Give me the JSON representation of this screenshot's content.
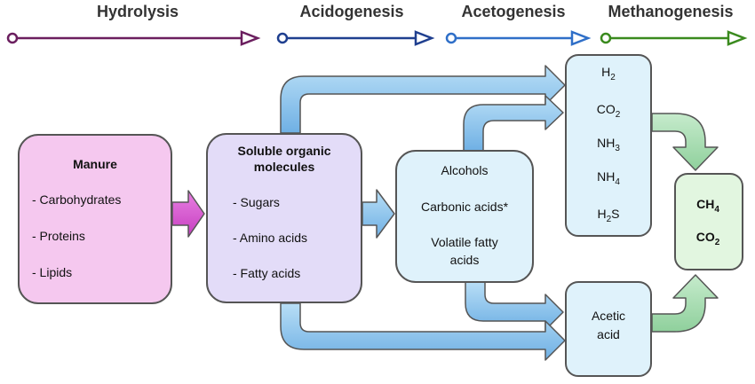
{
  "stages": [
    {
      "label": "Hydrolysis",
      "color": "#6b1f5f"
    },
    {
      "label": "Acidogenesis",
      "color": "#1f3f8f"
    },
    {
      "label": "Acetogenesis",
      "color": "#2f6fc8"
    },
    {
      "label": "Methanogenesis",
      "color": "#3a8a1e"
    }
  ],
  "manure": {
    "title": "Manure",
    "items": [
      "- Carbohydrates",
      "- Proteins",
      "- Lipids"
    ]
  },
  "soluble": {
    "title_line1": "Soluble organic",
    "title_line2": "molecules",
    "items": [
      "- Sugars",
      "- Amino acids",
      "- Fatty acids"
    ]
  },
  "intermediates": {
    "items": [
      "Alcohols",
      "Carbonic acids*",
      "Volatile fatty",
      "acids"
    ]
  },
  "gases": {
    "h2": {
      "base": "H",
      "sub": "2"
    },
    "co2": {
      "base": "CO",
      "sub": "2"
    },
    "nh3": {
      "base": "NH",
      "sub": "3"
    },
    "nh4": {
      "base": "NH",
      "sub": "4"
    },
    "h2s": {
      "base": "H",
      "sub": "2",
      "tail": "S"
    }
  },
  "acetic": {
    "line1": "Acetic",
    "line2": "acid"
  },
  "products": {
    "ch4": {
      "base": "CH",
      "sub": "4"
    },
    "co2": {
      "base": "CO",
      "sub": "2"
    }
  },
  "colors": {
    "manure_fill": "#f5c8ef",
    "soluble_fill": "#e3dcf8",
    "blue_box_fill": "#dff2fb",
    "green_box_fill": "#e2f6e0",
    "magenta_arrow": "#d64fd0",
    "blue_arrow": "#8cc4ec",
    "green_arrow": "#a6dbb0"
  }
}
